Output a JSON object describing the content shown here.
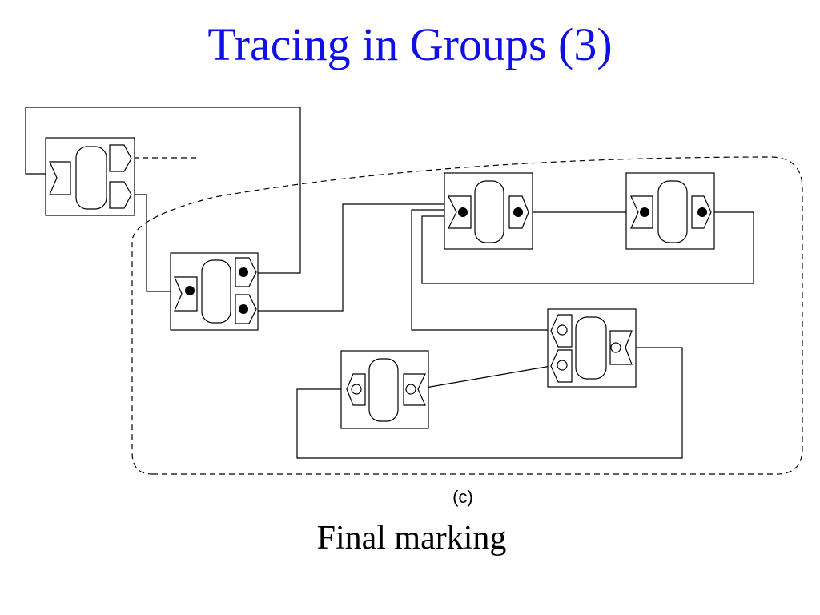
{
  "slide": {
    "title": "Tracing in Groups (3)",
    "sublabel": "(c)",
    "caption": "Final marking"
  }
}
